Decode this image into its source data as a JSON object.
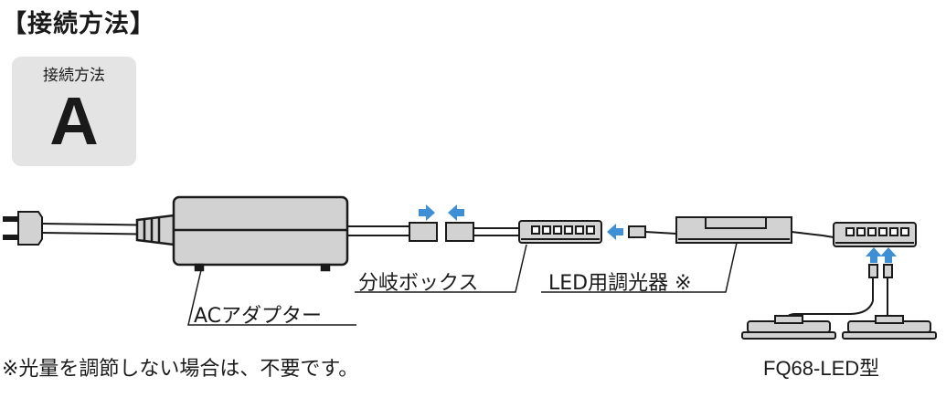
{
  "heading": "【接続方法】",
  "method": {
    "subtitle": "接続方法",
    "letter": "A"
  },
  "labels": {
    "adapter": "ACアダプター",
    "splitter": "分岐ボックス",
    "dimmer": "LED用調光器 ※",
    "model": "FQ68-LED型"
  },
  "note": "※光量を調節しない場合は、不要です。",
  "colors": {
    "arrow": "#3d8fd6",
    "device_fill": "#d2d2d2",
    "outline": "#1a1a1a",
    "badge_bg": "#e4e4e4"
  }
}
